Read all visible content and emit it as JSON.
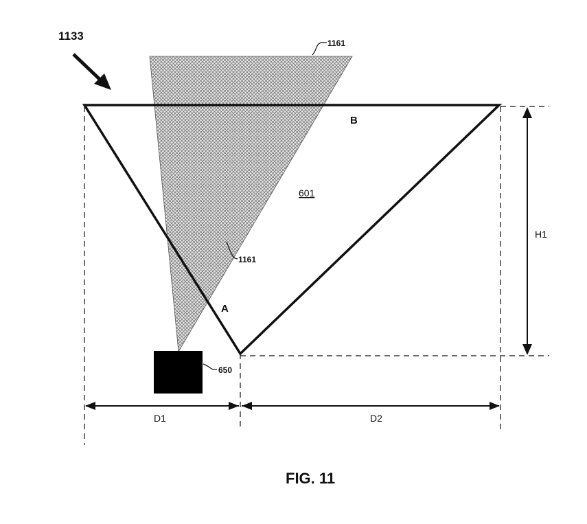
{
  "figure": {
    "caption": "FIG. 11",
    "reference_arrow_label": "1133",
    "field_label_top": "1161",
    "field_label_mid": "1161",
    "region_label": "601",
    "vertex_a_label": "A",
    "vertex_b_label": "B",
    "device_label": "650",
    "height_label": "H1",
    "distance1_label": "D1",
    "distance2_label": "D2"
  },
  "colors": {
    "line": "#111111",
    "hatch": "#7a7a7a",
    "background": "#ffffff"
  }
}
